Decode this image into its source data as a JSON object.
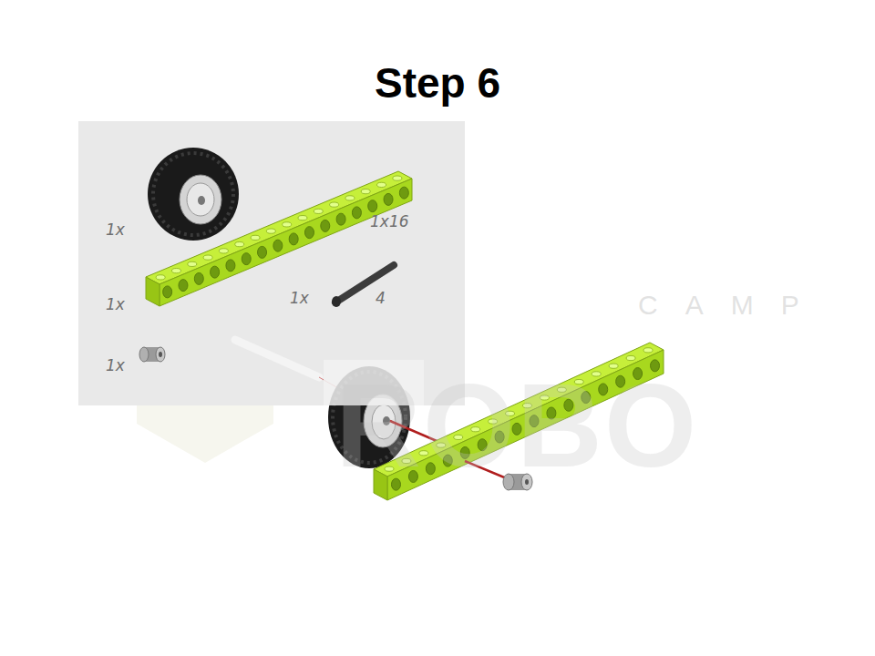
{
  "diagram": {
    "title": "Step 6",
    "labels": [
      "1x",
      "1x16",
      "1x",
      "1x",
      "4",
      "1x",
      "CAMP",
      "ROBO"
    ]
  }
}
